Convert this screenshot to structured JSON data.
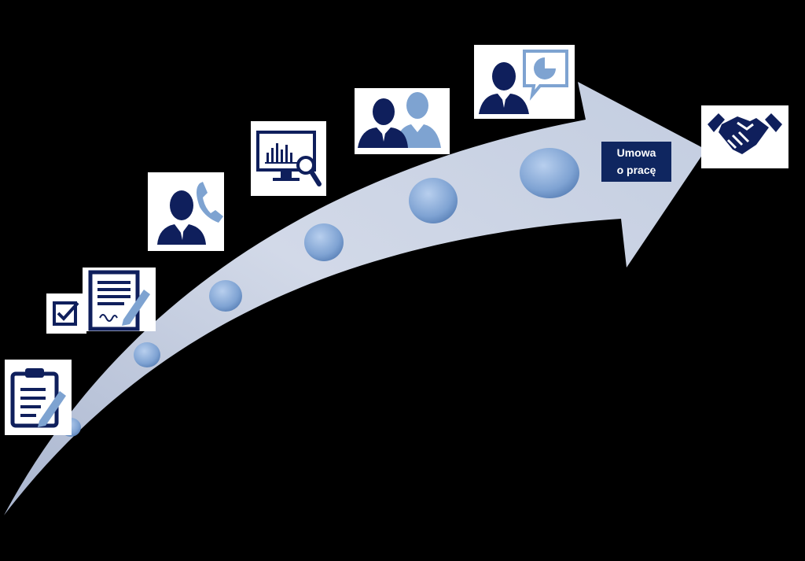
{
  "diagram": {
    "type": "recruitment-process-arrow",
    "colors": {
      "background": "#000000",
      "arrow": "#c9d1e3",
      "icon_dark": "#0f1f5c",
      "icon_light": "#7ea3d1",
      "step_circle": "#8fb0dc",
      "label_box": "#0f2660"
    },
    "steps": [
      {
        "icon": "clipboard-edit-icon"
      },
      {
        "icon": "checkbox-icon"
      },
      {
        "icon": "signed-document-icon"
      },
      {
        "icon": "person-phone-icon"
      },
      {
        "icon": "monitor-chart-search-icon"
      },
      {
        "icon": "two-people-icon"
      },
      {
        "icon": "person-chart-bubble-icon"
      },
      {
        "icon": "handshake-icon"
      }
    ],
    "contract_label": {
      "line1": "Umowa",
      "line2": "o pracę"
    }
  }
}
